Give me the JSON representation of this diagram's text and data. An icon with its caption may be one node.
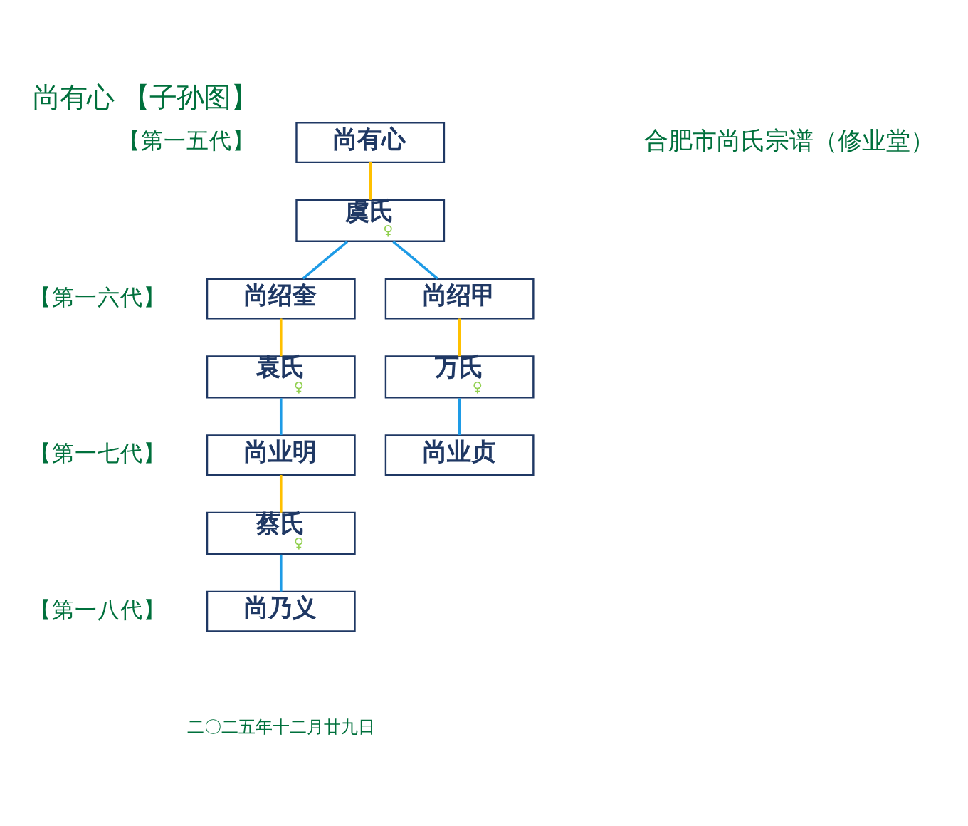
{
  "diagram": {
    "title": "尚有心 【子孙图】",
    "nodes": [
      {
        "text": [
          "尚有心"
        ]
      },
      {
        "text": [
          "虞氏",
          "♀"
        ]
      },
      {
        "text": [
          "尚绍奎"
        ]
      },
      {
        "text": [
          "尚绍甲"
        ]
      },
      {
        "text": [
          "袁氏",
          "♀"
        ]
      },
      {
        "text": [
          "万氏",
          "♀"
        ]
      },
      {
        "text": [
          "尚业明"
        ]
      },
      {
        "text": [
          "尚业贞"
        ]
      },
      {
        "text": [
          "蔡氏",
          "♀"
        ]
      },
      {
        "text": [
          "尚乃义"
        ]
      }
    ],
    "edges": [
      {
        "from": 0,
        "to": 1,
        "arrow": "none",
        "color": "#ffc000"
      },
      {
        "from": 1,
        "to": 2,
        "arrow": "none"
      },
      {
        "from": 1,
        "to": 3,
        "arrow": "none"
      },
      {
        "from": 2,
        "to": 4,
        "arrow": "none",
        "color": "#ffc000"
      },
      {
        "from": 3,
        "to": 5,
        "arrow": "none",
        "color": "#ffc000"
      },
      {
        "from": 4,
        "to": 6,
        "arrow": "none"
      },
      {
        "from": 5,
        "to": 7,
        "arrow": "none"
      },
      {
        "from": 6,
        "to": 8,
        "arrow": "none",
        "color": "#ffc000"
      },
      {
        "from": 8,
        "to": 9,
        "arrow": "none"
      }
    ],
    "labels": [
      "合肥市尚氏宗谱（修业堂）",
      "【第一五代】",
      "【第一六代】",
      "【第一七代】",
      "【第一八代】",
      "二〇二五年十二月廿九日"
    ]
  }
}
